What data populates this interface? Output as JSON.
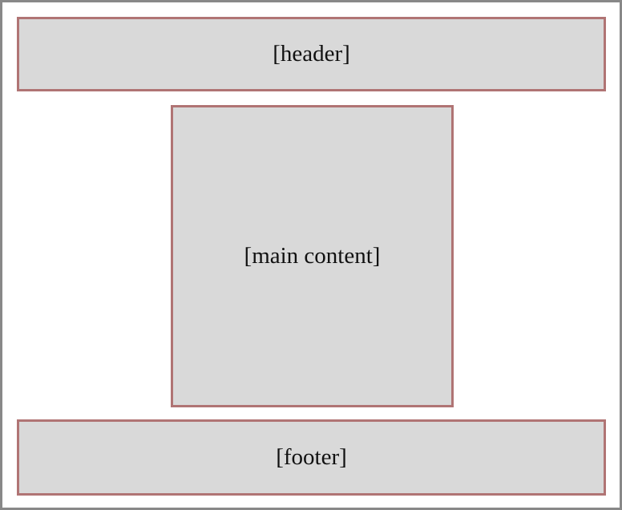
{
  "header": {
    "label": "[header]"
  },
  "main": {
    "label": "[main content]"
  },
  "footer": {
    "label": "[footer]"
  },
  "colors": {
    "frame_border": "#888888",
    "block_border": "#b07474",
    "block_fill": "#d9d9d9"
  }
}
